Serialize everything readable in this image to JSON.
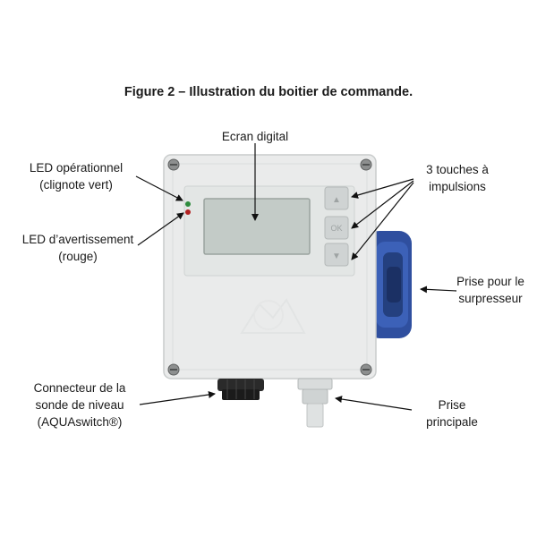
{
  "figure": {
    "title": "Figure 2 – Illustration du boitier de commande."
  },
  "labels": {
    "ecran": "Ecran digital",
    "led_op_1": "LED opérationnel",
    "led_op_2": "(clignote vert)",
    "led_av_1": "LED d’avertissement",
    "led_av_2": "(rouge)",
    "touches_1": "3 touches à",
    "touches_2": "impulsions",
    "prise_surp_1": "Prise pour le",
    "prise_surp_2": "surpresseur",
    "conn_1": "Connecteur de la",
    "conn_2": "sonde de niveau",
    "conn_3": "(AQUAswitch®)",
    "prise_princ_1": "Prise",
    "prise_princ_2": "principale"
  },
  "device": {
    "buttons": [
      {
        "glyph": "▲"
      },
      {
        "glyph": "OK"
      },
      {
        "glyph": "▼"
      }
    ],
    "colors": {
      "housing": "#eaebeb",
      "screen": "#c3cbc7",
      "led_green": "#2e8b3d",
      "led_red": "#b22222",
      "socket_blue": "#2f4f9f"
    }
  }
}
